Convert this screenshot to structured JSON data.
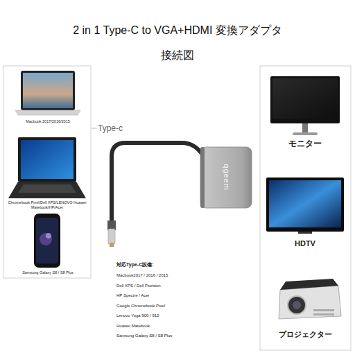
{
  "diagram": {
    "title": "2 in 1 Type-C to VGA+HDMI 変換アダプタ",
    "nodes": [
      {
        "text": [
          "Macbook 2017/2016/2015"
        ]
      },
      {
        "text": [
          "Chromebook Pixel/Dell XPS/LENOVO Huawei Matebook/HP/Acer"
        ]
      },
      {
        "text": [
          "Samsung Galaxy S8 / S8 Plus"
        ]
      },
      {
        "text": [
          "モニター"
        ]
      },
      {
        "text": [
          "HDTV"
        ]
      },
      {
        "text": [
          "プロジェクター"
        ]
      }
    ],
    "labels": [
      "接続図",
      "Type-c",
      "qgeem",
      "対応Type-C設備:",
      "Macbook2017 / 2016 / 2015",
      "Dell XPS / Dell Pecision",
      "HP Spectre / Acer",
      "Google Chromebook Pixel",
      "Lenovo Yoga 900 / 910",
      "Huawei Matebook",
      "Samsung Galaxy S8 / S8 Plus"
    ]
  }
}
